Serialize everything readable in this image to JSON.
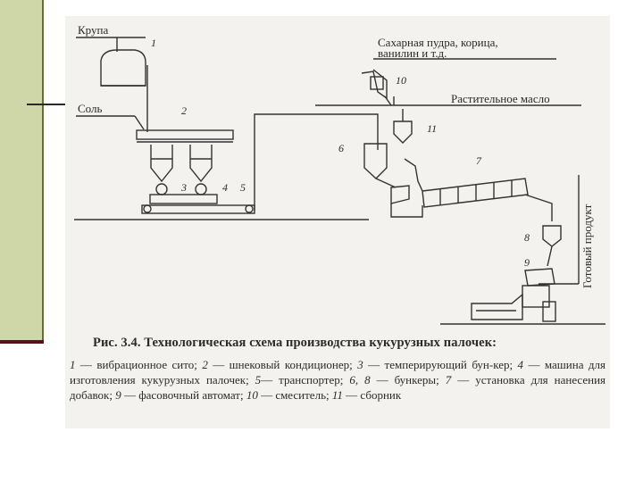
{
  "labels": {
    "grain": "Крупа",
    "salt": "Соль",
    "sugar_line1": "Сахарная пудра, корица,",
    "sugar_line2": "ванилин и т.д.",
    "oil": "Растительное масло",
    "product": "Готовый продукт"
  },
  "numbers": [
    "1",
    "2",
    "3",
    "4",
    "5",
    "6",
    "7",
    "8",
    "9",
    "10",
    "11"
  ],
  "caption": {
    "title": "Рис. 3.4. Технологическая схема производства кукурузных палочек:",
    "items": [
      {
        "n": "1",
        "t": " — вибрационное сито; "
      },
      {
        "n": "2",
        "t": " — шнековый кондиционер; "
      },
      {
        "n": "3",
        "t": " — темперирующий бун-кер; "
      },
      {
        "n": "4",
        "t": " — машина для изготовления кукурузных палочек; "
      },
      {
        "n": "5",
        "t": "— транспортер; "
      },
      {
        "n": "6, 8",
        "t": " — бункеры; "
      },
      {
        "n": "7",
        "t": " — установка для нанесения добавок; "
      },
      {
        "n": "9",
        "t": " — фасовочный автомат; "
      },
      {
        "n": "10",
        "t": " — смеситель; "
      },
      {
        "n": "11",
        "t": " — сборник"
      }
    ]
  }
}
